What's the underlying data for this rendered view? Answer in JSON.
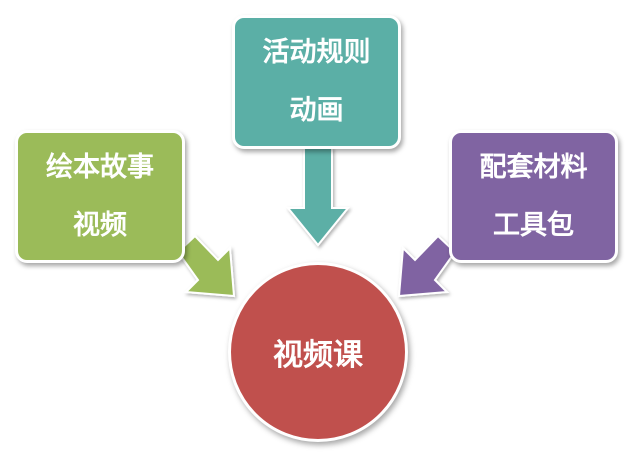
{
  "diagram": {
    "center": {
      "label": "视频课",
      "color": "#C0504D"
    },
    "nodes": [
      {
        "id": "story",
        "lines": [
          "绘本故事",
          "视频"
        ],
        "color": "#9BBB59"
      },
      {
        "id": "rules",
        "lines": [
          "活动规则",
          "动画"
        ],
        "color": "#5BAFA6"
      },
      {
        "id": "materials",
        "lines": [
          "配套材料",
          "工具包"
        ],
        "color": "#8064A2"
      }
    ]
  }
}
